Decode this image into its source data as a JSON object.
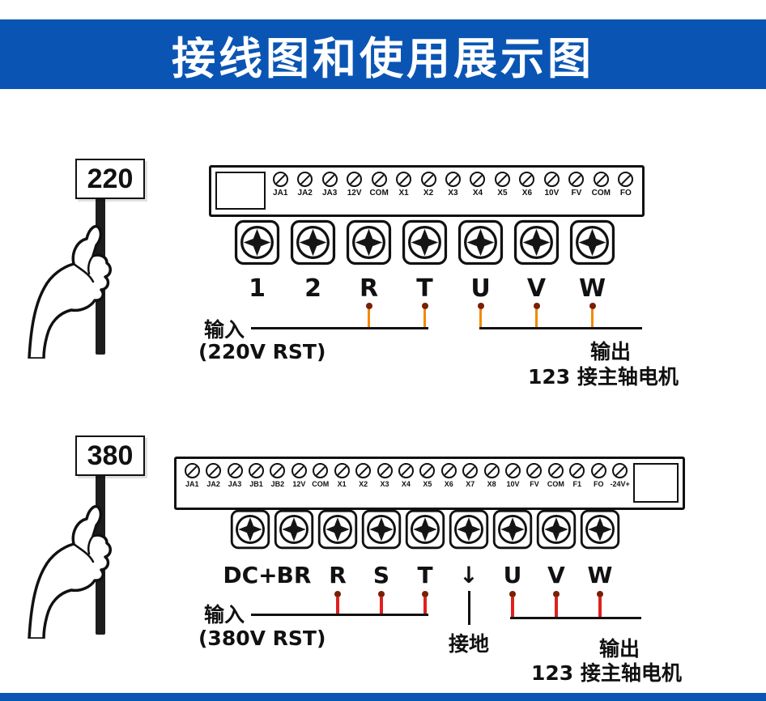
{
  "header": {
    "title": "接线图和使用展示图"
  },
  "colors": {
    "banner_blue": "#0a55b4",
    "outline_black": "#111111"
  },
  "diagram220": {
    "voltage_label": "220",
    "small_terminals": [
      "JA1",
      "JA2",
      "JA3",
      "12V",
      "COM",
      "X1",
      "X2",
      "X3",
      "X4",
      "X5",
      "X6",
      "10V",
      "FV",
      "COM",
      "FO"
    ],
    "large_labels": [
      "1",
      "2",
      "R",
      "T",
      "U",
      "V",
      "W"
    ],
    "input_columns": [
      2,
      3
    ],
    "output_columns": [
      4,
      5,
      6
    ],
    "wire_color": "#f08a00",
    "dot_color": "#7a1f05",
    "input_label": "输入",
    "input_sub": "(220V RST)",
    "output_label": "输出",
    "output_sub": "123 接主轴电机"
  },
  "diagram380": {
    "voltage_label": "380",
    "small_terminals": [
      "JA1",
      "JA2",
      "JA3",
      "JB1",
      "JB2",
      "12V",
      "COM",
      "X1",
      "X2",
      "X3",
      "X4",
      "X5",
      "X6",
      "X7",
      "X8",
      "10V",
      "FV",
      "COM",
      "F1",
      "FO",
      "-24V+"
    ],
    "large_labels": [
      "DC+",
      "BR",
      "R",
      "S",
      "T",
      "↓",
      "U",
      "V",
      "W"
    ],
    "input_columns": [
      2,
      3,
      4
    ],
    "ground_column": 5,
    "output_columns": [
      6,
      7,
      8
    ],
    "wire_color": "#df2020",
    "dot_color": "#7a1f05",
    "input_label": "输入",
    "input_sub": "(380V RST)",
    "ground_label": "接地",
    "output_label": "输出",
    "output_sub": "123 接主轴电机"
  }
}
